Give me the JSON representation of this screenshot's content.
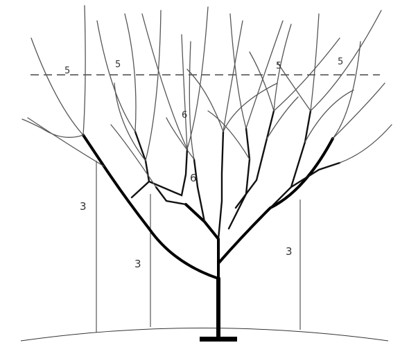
{
  "diagram": {
    "labels": {
      "five_a": "5",
      "five_b": "5",
      "five_c": "5",
      "five_d": "5",
      "six_top": "6",
      "six_mid": "6",
      "three_left": "3",
      "three_center": "3",
      "three_right": "3"
    }
  }
}
